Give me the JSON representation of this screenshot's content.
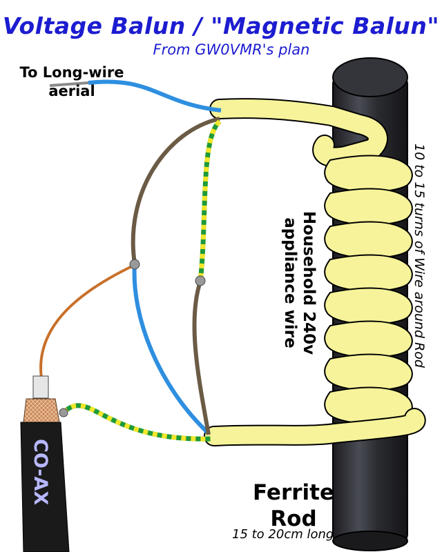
{
  "title": "Voltage Balun / \"Magnetic Balun\"",
  "subtitle": "From GW0VMR's plan",
  "labels": {
    "aerial_line1": "To Long-wire",
    "aerial_line2": "aerial",
    "household_line1": "Household 240v",
    "household_line2": "appliance wire",
    "turns": "10 to 15 turns of Wire around Rod",
    "ferrite_line1": "Ferrite",
    "ferrite_line2": "Rod",
    "rod_length": "15 to 20cm long",
    "coax": "CO-AX"
  },
  "colors": {
    "title": "#1c1cd0",
    "rod": "#2e2f35",
    "insulation": "#f6f39a",
    "wire_blue": "#2e8fe0",
    "wire_brown": "#6b5b45",
    "wire_green": "#1e9a3a",
    "wire_yellow": "#f2e62a",
    "wire_orange": "#c8702a",
    "coax_jacket": "#1a1a1a",
    "coax_text": "#b8b8ff"
  },
  "icons": {
    "rod": "ferrite-rod-icon",
    "coil": "wire-coil-icon",
    "coax": "coax-cable-icon"
  }
}
